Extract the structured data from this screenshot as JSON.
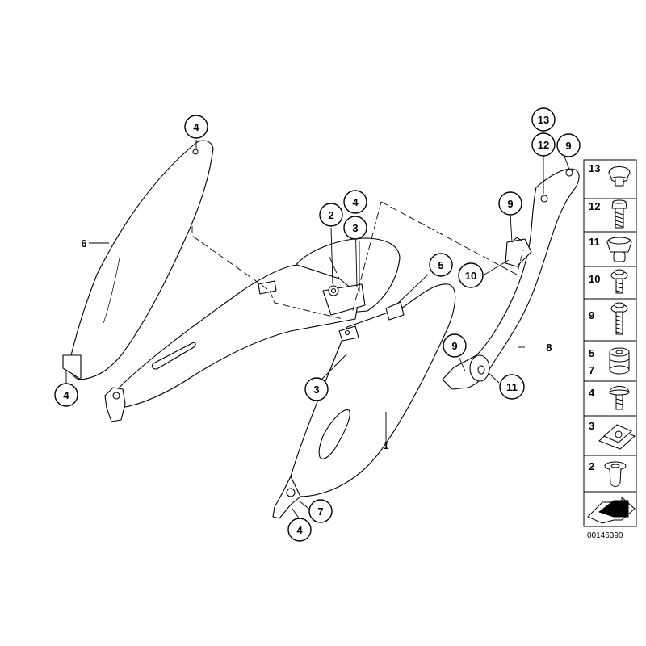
{
  "diagram": {
    "id_label": "00146390",
    "callouts": [
      {
        "key": "c4_top_left",
        "label": "4"
      },
      {
        "key": "c2",
        "label": "2"
      },
      {
        "key": "c4_center",
        "label": "4"
      },
      {
        "key": "c3_center",
        "label": "3"
      },
      {
        "key": "c5",
        "label": "5"
      },
      {
        "key": "c3_left",
        "label": "3"
      },
      {
        "key": "c4_bottom_left",
        "label": "4"
      },
      {
        "key": "c7",
        "label": "7"
      },
      {
        "key": "c4_bottom",
        "label": "4"
      },
      {
        "key": "c13",
        "label": "13"
      },
      {
        "key": "c12",
        "label": "12"
      },
      {
        "key": "c9_top",
        "label": "9"
      },
      {
        "key": "c9_mid",
        "label": "9"
      },
      {
        "key": "c10",
        "label": "10"
      },
      {
        "key": "c9_low",
        "label": "9"
      },
      {
        "key": "c11",
        "label": "11"
      }
    ],
    "plain_labels": [
      {
        "key": "p6",
        "label": "6"
      },
      {
        "key": "p1",
        "label": "1"
      },
      {
        "key": "p8",
        "label": "8"
      }
    ],
    "legend": [
      {
        "label": "13",
        "icon": "cap-nut-icon"
      },
      {
        "label": "12",
        "icon": "hex-screw-long-icon"
      },
      {
        "label": "11",
        "icon": "rubber-buffer-icon"
      },
      {
        "label": "10",
        "icon": "collar-screw-icon"
      },
      {
        "label": "9",
        "icon": "collar-screw-long-icon"
      },
      {
        "label": "5",
        "label2": "7",
        "icon": "grommet-icon"
      },
      {
        "label": "4",
        "icon": "oval-head-screw-icon"
      },
      {
        "label": "3",
        "icon": "clip-nut-icon"
      },
      {
        "label": "2",
        "icon": "expanding-rivet-icon"
      }
    ],
    "legend_last_icon": "arrow-direction-icon"
  }
}
